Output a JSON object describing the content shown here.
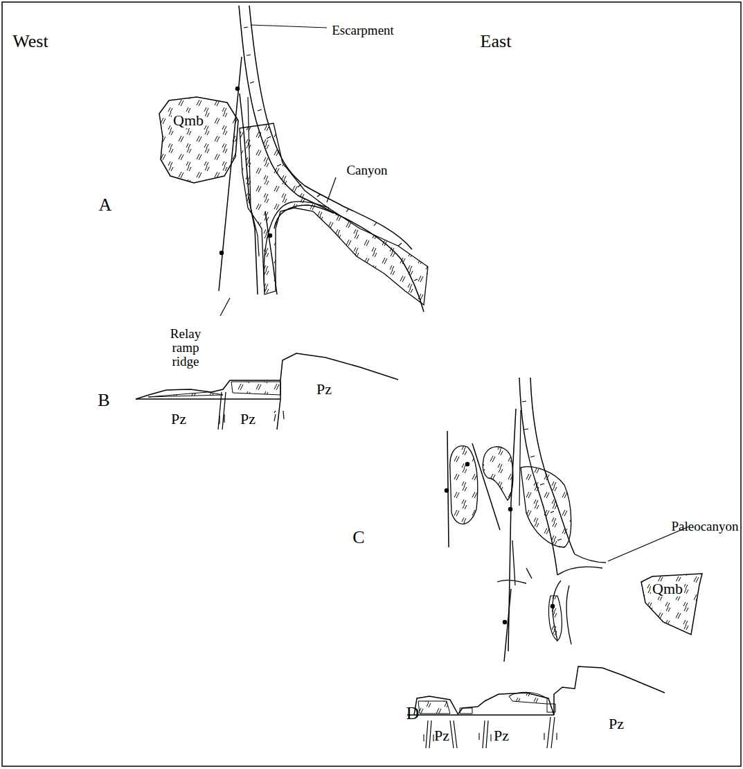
{
  "diagram": {
    "nodes": [
      {
        "text": [
          "Qmb"
        ]
      },
      {
        "text": [
          "Qmb"
        ]
      }
    ],
    "labels": [
      "West",
      "East",
      "Escarpment",
      "A",
      "Canyon",
      "Relay ramp ridge",
      "B",
      "Pz",
      "Pz",
      "Pz",
      "C",
      "Paleocanyon",
      "D",
      "Pz",
      "Pz",
      "Pz"
    ]
  }
}
